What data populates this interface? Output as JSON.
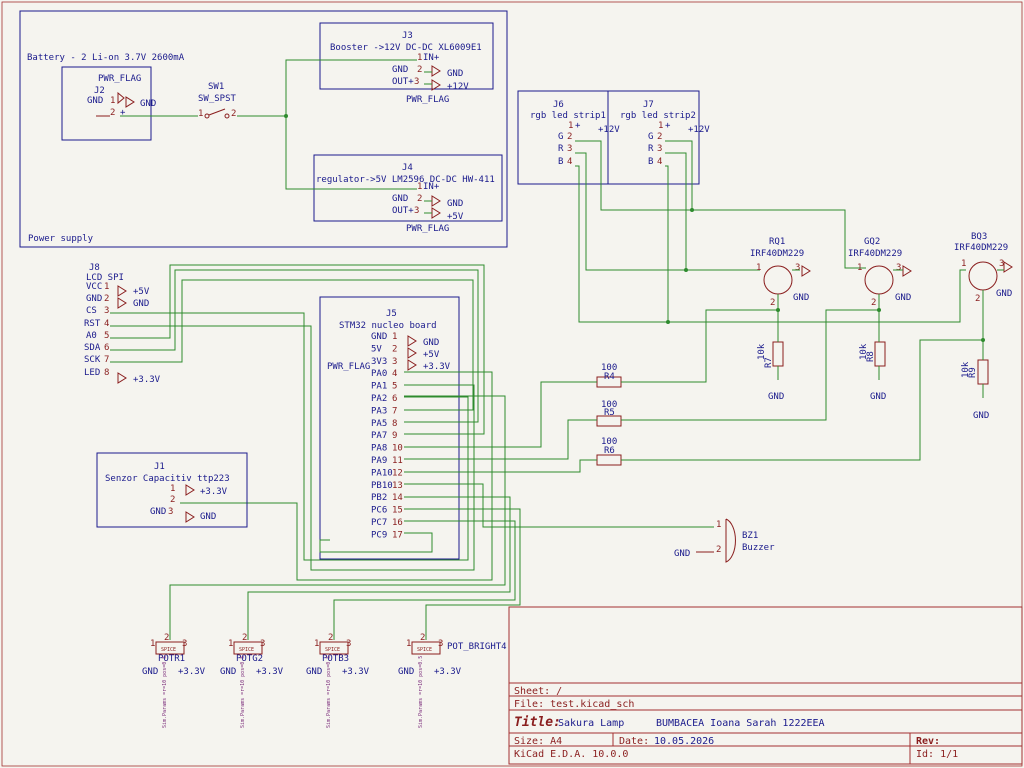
{
  "blocks": {
    "power_supply": "Power supply",
    "battery": "Battery - 2 Li-on 3.7V 2600mA",
    "j2_ref": "J2",
    "pwr_flag": "PWR_FLAG",
    "sw1_ref": "SW1",
    "sw1_val": "SW_SPST",
    "j3_ref": "J3",
    "j3_val": "Booster ->12V DC-DC XL6009E1",
    "j4_ref": "J4",
    "j4_val": "regulator->5V LM2596 DC-DC HW-411",
    "j6_ref": "J6",
    "j6_val": "rgb led strip1",
    "j7_ref": "J7",
    "j7_val": "rgb led strip2",
    "j8_ref": "J8",
    "j8_val": "LCD SPI",
    "j5_ref": "J5",
    "j5_val": "STM32 nucleo board",
    "j1_ref": "J1",
    "j1_val": "Senzor Capacitiv ttp223",
    "rq1_ref": "RQ1",
    "gq2_ref": "GQ2",
    "bq3_ref": "BQ3",
    "mosfet_val": "IRF40DM229",
    "r7_ref": "R7",
    "r8_ref": "R8",
    "r9_ref": "R9",
    "r_pull_val": "10k",
    "r4_ref": "R4",
    "r5_ref": "R5",
    "r6_ref": "R6",
    "r_gate_val": "100",
    "bz1_ref": "BZ1",
    "bz1_val": "Buzzer",
    "potr1": "POTR1",
    "potg2": "POTG2",
    "potb3": "POTB3",
    "pot_bright4": "POT_BRIGHT4",
    "spice": "SPICE",
    "sim_text": "Sim.Params =r=10 pos=0.5"
  },
  "nets": {
    "gnd": "GND",
    "v5": "+5V",
    "v12": "+12V",
    "v33": "+3.3V"
  },
  "pins": {
    "j2": [
      [
        "GND",
        "1"
      ],
      [
        "+",
        "2"
      ]
    ],
    "j3": [
      [
        "IN+",
        "1"
      ],
      [
        "GND",
        "2"
      ],
      [
        "OUT+",
        "3"
      ]
    ],
    "j4": [
      [
        "IN+",
        "1"
      ],
      [
        "GND",
        "2"
      ],
      [
        "OUT+",
        "3"
      ]
    ],
    "j6": [
      [
        "+",
        "1"
      ],
      [
        "G",
        "2"
      ],
      [
        "R",
        "3"
      ],
      [
        "B",
        "4"
      ]
    ],
    "j7": [
      [
        "+",
        "1"
      ],
      [
        "G",
        "2"
      ],
      [
        "R",
        "3"
      ],
      [
        "B",
        "4"
      ]
    ],
    "j8": [
      [
        "VCC",
        "1"
      ],
      [
        "GND",
        "2"
      ],
      [
        "CS",
        "3"
      ],
      [
        "RST",
        "4"
      ],
      [
        "A0",
        "5"
      ],
      [
        "SDA",
        "6"
      ],
      [
        "SCK",
        "7"
      ],
      [
        "LED",
        "8"
      ]
    ],
    "j5": [
      [
        "GND",
        "1"
      ],
      [
        "5V",
        "2"
      ],
      [
        "3V3",
        "3"
      ],
      [
        "PA0",
        "4"
      ],
      [
        "PA1",
        "5"
      ],
      [
        "PA2",
        "6"
      ],
      [
        "PA3",
        "7"
      ],
      [
        "PA5",
        "8"
      ],
      [
        "PA7",
        "9"
      ],
      [
        "PA8",
        "10"
      ],
      [
        "PA9",
        "11"
      ],
      [
        "PA10",
        "12"
      ],
      [
        "PB10",
        "13"
      ],
      [
        "PB2",
        "14"
      ],
      [
        "PC6",
        "15"
      ],
      [
        "PC7",
        "16"
      ],
      [
        "PC9",
        "17"
      ]
    ],
    "j1": [
      [
        "",
        "1"
      ],
      [
        "",
        "2"
      ],
      [
        "GND",
        "3"
      ]
    ],
    "mosfet": [
      "1",
      "2",
      "3"
    ],
    "sw": [
      "1",
      "2"
    ],
    "bz": [
      "1",
      "2"
    ]
  },
  "title_block": {
    "sheet_label": "Sheet: /",
    "file_label": "File: test.kicad_sch",
    "title_label": "Title:",
    "title_value": "Sakura Lamp",
    "author": "BUMBACEA Ioana Sarah 1222EEA",
    "size_label": "Size: A4",
    "date_label": "Date:",
    "date_value": "10.05.2026",
    "rev_label": "Rev:",
    "tool": "KiCad E.D.A. 10.0.0",
    "id_label": "Id: 1/1"
  },
  "colors": {
    "wire": "#2e8b2e",
    "body": "#8a1e1e",
    "label": "#1a1a8c",
    "frame": "#a33030"
  }
}
